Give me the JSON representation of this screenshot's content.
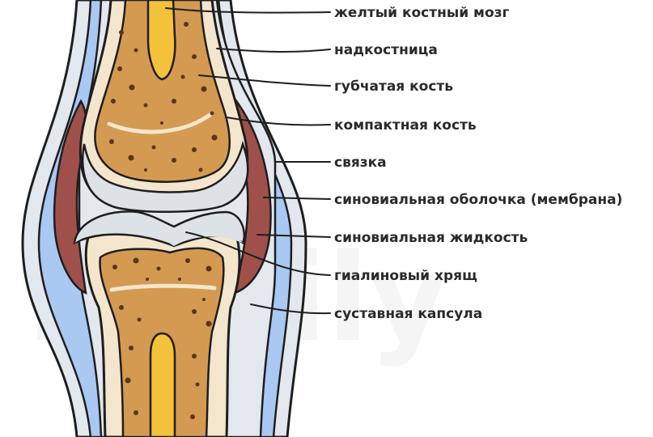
{
  "watermark": "family",
  "labels": [
    {
      "id": "yellow-marrow",
      "text": "желтый костный мозг"
    },
    {
      "id": "periosteum",
      "text": "надкостница"
    },
    {
      "id": "spongy-bone",
      "text": "губчатая кость"
    },
    {
      "id": "compact-bone",
      "text": "компактная кость"
    },
    {
      "id": "ligament",
      "text": "связка"
    },
    {
      "id": "synovial-membrane",
      "text": "синовиальная оболочка (мембрана)"
    },
    {
      "id": "synovial-fluid",
      "text": "синовиальная жидкость"
    },
    {
      "id": "hyaline-cartilage",
      "text": "гиалиновый хрящ"
    },
    {
      "id": "joint-capsule",
      "text": "суставная капсула"
    }
  ],
  "colors": {
    "capsule_outer": "#e3e8ee",
    "capsule_blue": "#a9c8f2",
    "synovial_red": "#a0504b",
    "compact_bone": "#f4e6cc",
    "spongy_bone": "#d49a52",
    "marrow_yellow": "#f4c13a",
    "cartilage": "#dde2e7",
    "dots": "#5b3518",
    "outline": "#1e1e1e"
  }
}
